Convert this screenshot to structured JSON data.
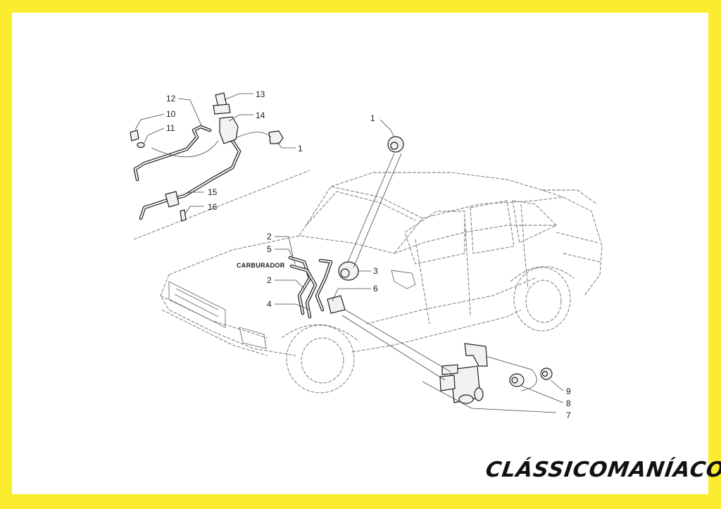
{
  "callouts": {
    "c1_top": "1",
    "c1_bolt": "1",
    "c2_a": "2",
    "c2_b": "2",
    "c3": "3",
    "c4": "4",
    "c5": "5",
    "c6": "6",
    "c7": "7",
    "c8": "8",
    "c9": "9",
    "c10": "10",
    "c11": "11",
    "c12": "12",
    "c13": "13",
    "c14": "14",
    "c15": "15",
    "c16": "16"
  },
  "carburador_label": "CARBURADOR",
  "brand": "CLÁSSICOMANÍACOS",
  "colors": {
    "frame": "#fbec2f",
    "paper": "#ffffff",
    "ink": "#1a1a1a"
  }
}
